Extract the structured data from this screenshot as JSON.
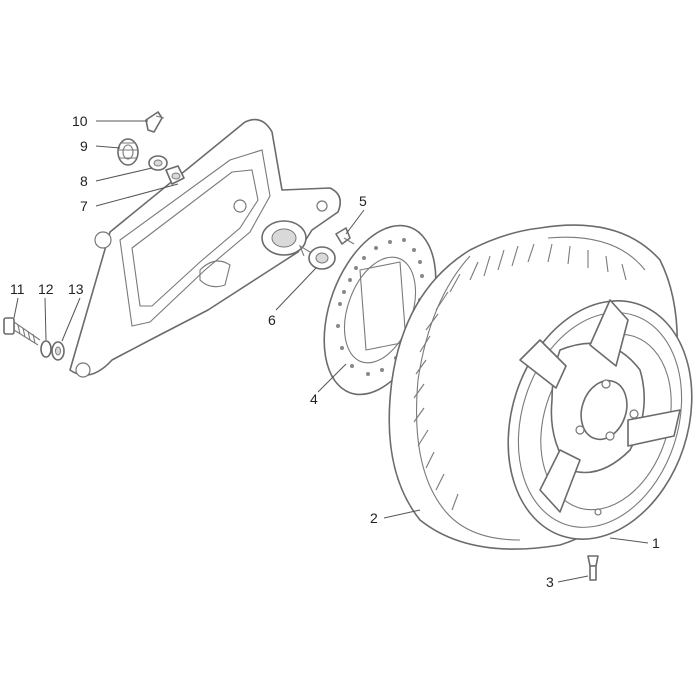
{
  "diagram": {
    "callouts": [
      {
        "id": "1",
        "label": "1"
      },
      {
        "id": "2",
        "label": "2"
      },
      {
        "id": "3",
        "label": "3"
      },
      {
        "id": "4",
        "label": "4"
      },
      {
        "id": "5",
        "label": "5"
      },
      {
        "id": "6",
        "label": "6"
      },
      {
        "id": "7",
        "label": "7"
      },
      {
        "id": "8",
        "label": "8"
      },
      {
        "id": "9",
        "label": "9"
      },
      {
        "id": "10",
        "label": "10"
      },
      {
        "id": "11",
        "label": "11"
      },
      {
        "id": "12",
        "label": "12"
      },
      {
        "id": "13",
        "label": "13"
      }
    ],
    "colors": {
      "line": "#6b6b6b",
      "background": "#ffffff",
      "text": "#222222"
    }
  }
}
